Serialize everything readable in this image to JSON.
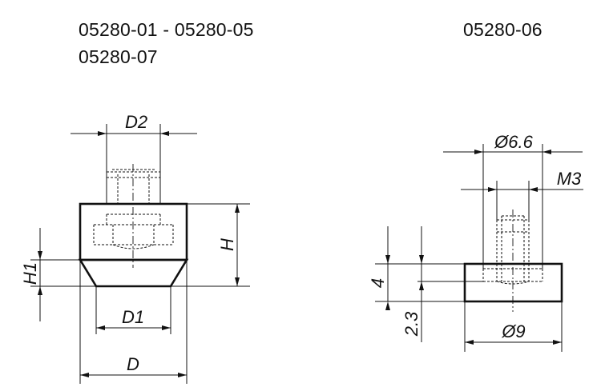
{
  "headers": {
    "left_line1": "05280-01 - 05280-05",
    "left_line2": "05280-07",
    "right": "05280-06"
  },
  "left_view": {
    "dims": {
      "D2": "D2",
      "H": "H",
      "H1": "H1",
      "D1": "D1",
      "D": "D"
    }
  },
  "right_view": {
    "dims": {
      "outer": "Ø6.6",
      "thread": "M3",
      "height": "4",
      "offset": "2.3",
      "diameter": "Ø9"
    }
  },
  "colors": {
    "ink": "#111111",
    "background": "#ffffff"
  }
}
